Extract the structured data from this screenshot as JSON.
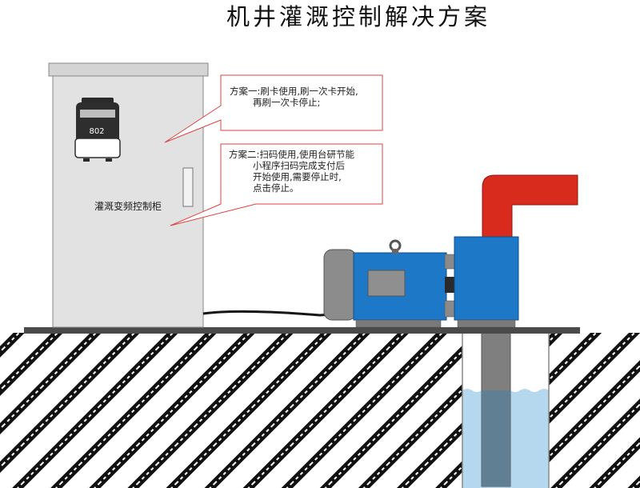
{
  "title": "机井灌溉控制解决方案",
  "cabinet": {
    "label": "灌溉变频控制柜",
    "reader_display": "802"
  },
  "callouts": [
    {
      "lines": [
        "方案一:刷卡使用,刷一次卡开始,",
        "再刷一次卡停止;"
      ]
    },
    {
      "lines": [
        "方案二:扫码使用,使用台研节能",
        "小程序扫码完成支付后",
        "开始使用,需要停止时,",
        "点击停止。"
      ]
    }
  ],
  "colors": {
    "motor_blue": "#1e78c8",
    "outlet_pipe_red": "#d92a1e",
    "cabinet_gray": "#e2e2e2",
    "water": "#b6d8ee",
    "ground_hatch": "#111111",
    "callout_stroke": "#e04040"
  }
}
